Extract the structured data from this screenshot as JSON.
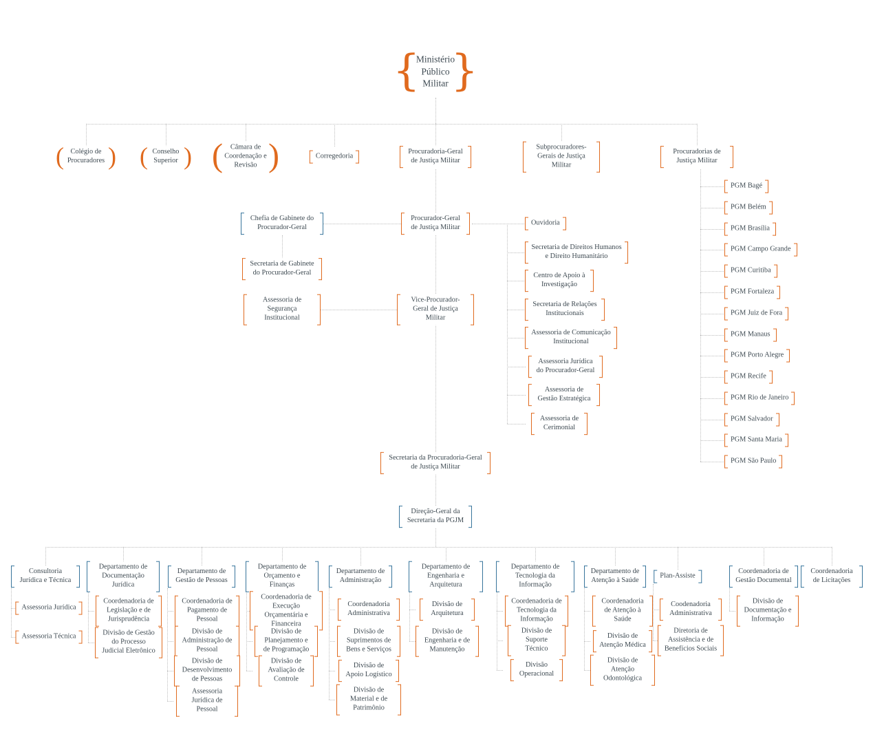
{
  "colors": {
    "orange": "#E06A1E",
    "blue": "#37749B",
    "text": "#3E4A52",
    "line": "#BDBDBD"
  },
  "root": "Ministério Público Militar",
  "level2": [
    "Colégio de Procuradores",
    "Conselho Superior",
    "Câmara de Coordenação e Revisão",
    "Corregedoria",
    "Procuradoria-Geral de Justiça Militar",
    "Subprocuradores-Gerais de Justiça Militar",
    "Procuradorias de Justiça Militar"
  ],
  "pgm": [
    "PGM Bagé",
    "PGM Belém",
    "PGM Brasília",
    "PGM Campo Grande",
    "PGM Curitiba",
    "PGM Fortaleza",
    "PGM Juiz de Fora",
    "PGM Manaus",
    "PGM Porto Alegre",
    "PGM Recife",
    "PGM Rio de Janeiro",
    "PGM Salvador",
    "PGM Santa Maria",
    "PGM São Paulo"
  ],
  "gabinete": [
    "Chefia de Gabinete do Procurador-Geral",
    "Secretaria de Gabinete do Procurador-Geral",
    "Assessoria de Segurança Institucional"
  ],
  "center": {
    "procurador": "Procurador-Geral de Justiça Militar",
    "vice": "Vice-Procurador-Geral de Justiça Militar",
    "secretaria": "Secretaria da Procuradoria-Geral de Justiça Militar",
    "direcao": "Direção-Geral da Secretaria da PGJM"
  },
  "assessorias": [
    "Ouvidoria",
    "Secretaria de Direitos Humanos e Direito Humanitário",
    "Centro de Apoio à Investigação",
    "Secretaria de Relações Institucionais",
    "Assessoria de Comunicação Institucional",
    "Assessoria Jurídica do Procurador-Geral",
    "Assessoria de Gestão Estratégica",
    "Assessoria de Cerimonial"
  ],
  "departments": [
    {
      "label": "Consultoria Jurídica e Técnica",
      "children": [
        "Assessoria Jurídica",
        "Assessoria Técnica"
      ]
    },
    {
      "label": "Departamento de Documentação Jurídica",
      "children": [
        "Coordenadoria de Legislação e de Jurisprudência",
        "Divisão de Gestão do Processo Judicial Eletrônico"
      ]
    },
    {
      "label": "Departamento de Gestão de Pessoas",
      "children": [
        "Coordenadoria de Pagamento de Pessoal",
        "Divisão de Administração de Pessoal",
        "Divisão de Desenvolvimento de Pessoas",
        "Assessoria Jurídica de Pessoal"
      ]
    },
    {
      "label": "Departamento de Orçamento e Finanças",
      "children": [
        "Coordenadoria de Execução Orçamentária e Financeira",
        "Divisão de Planejamento e de Programação",
        "Divisão de Avaliação de Controle"
      ]
    },
    {
      "label": "Departamento de Administração",
      "children": [
        "Coordenadoria Administrativa",
        "Divisão de Suprimentos de Bens e Serviços",
        "Divisão de Apoio Logístico",
        "Divisão de Material e de Patrimônio"
      ]
    },
    {
      "label": "Departamento de Engenharia e Arquitetura",
      "children": [
        "Divisão de Arquitetura",
        "Divisão de Engenharia e de Manutenção"
      ]
    },
    {
      "label": "Departamento de Tecnologia da Informação",
      "children": [
        "Coordenadoria de Tecnologia da Informação",
        "Divisão de Suporte Técnico",
        "Divisão Operacional"
      ]
    },
    {
      "label": "Departamento de Atenção à Saúde",
      "children": [
        "Coordenadoria de Atenção à Saúde",
        "Divisão de Atenção Médica",
        "Divisão de Atenção Odontológica"
      ]
    },
    {
      "label": "Plan-Assiste",
      "children": [
        "Coodenadoria Administrativa",
        "Diretoria de Assistência e de Benefícios Sociais"
      ]
    },
    {
      "label": "Coordenadoria de Gestão Documental",
      "children": [
        "Divisão de Documentação e Informação"
      ]
    },
    {
      "label": "Coordenadoria de Licitações",
      "children": []
    }
  ]
}
